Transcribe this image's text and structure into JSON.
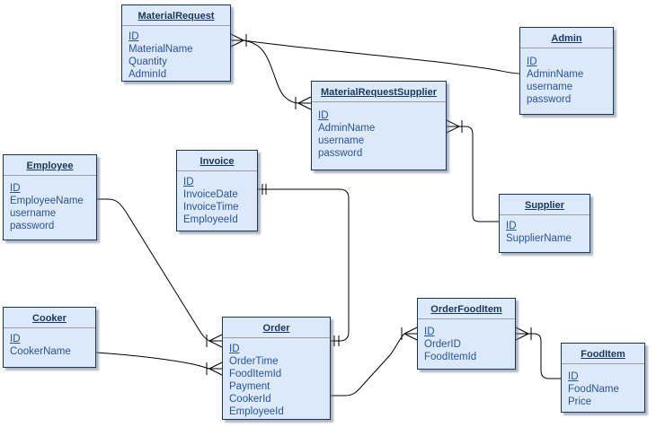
{
  "diagram": {
    "type": "entity-relationship",
    "background_color": "#ffffff",
    "entity_fill_color": "#dbe9fb",
    "entity_border_color": "#17365d",
    "title_text_color": "#17375e",
    "field_text_color": "#2a5395",
    "connector_color": "#000000",
    "entities": [
      {
        "title": "MaterialRequest",
        "fields": [
          "ID",
          "MaterialName",
          "Quantity",
          "AdminId"
        ]
      },
      {
        "title": "Admin",
        "fields": [
          "ID",
          "AdminName",
          "username",
          "password"
        ]
      },
      {
        "title": "MaterialRequestSupplier",
        "fields": [
          "ID",
          "AdminName",
          "username",
          "password"
        ]
      },
      {
        "title": "Employee",
        "fields": [
          "ID",
          "EmployeeName",
          "username",
          "password"
        ]
      },
      {
        "title": "Invoice",
        "fields": [
          "ID",
          "InvoiceDate",
          "InvoiceTime",
          "EmployeeId"
        ]
      },
      {
        "title": "Supplier",
        "fields": [
          "ID",
          "SupplierName"
        ]
      },
      {
        "title": "Cooker",
        "fields": [
          "ID",
          "CookerName"
        ]
      },
      {
        "title": "Order",
        "fields": [
          "ID",
          "OrderTime",
          "FoodItemId",
          "Payment",
          "CookerId",
          "EmployeeId"
        ]
      },
      {
        "title": "OrderFoodItem",
        "fields": [
          "ID",
          "OrderID",
          "FoodItemId"
        ]
      },
      {
        "title": "FoodItem",
        "fields": [
          "ID",
          "FoodName",
          "Price"
        ]
      }
    ],
    "relationships": [
      {
        "from": "MaterialRequest",
        "to": "Admin",
        "marker_from": "crow-foot-bar",
        "marker_to": "plain"
      },
      {
        "from": "MaterialRequestSupplier",
        "to": "MaterialRequest",
        "marker_from": "crow-foot-bar",
        "marker_to": "crow-foot-bar"
      },
      {
        "from": "MaterialRequestSupplier",
        "to": "Supplier",
        "marker_from": "crow-foot-bar",
        "marker_to": "plain"
      },
      {
        "from": "Order",
        "to": "Employee",
        "marker_from": "crow-foot-bar",
        "marker_to": "plain"
      },
      {
        "from": "Order",
        "to": "Cooker",
        "marker_from": "crow-foot-bar",
        "marker_to": "plain"
      },
      {
        "from": "Invoice",
        "to": "Order",
        "marker_from": "double-bar",
        "marker_to": "double-bar"
      },
      {
        "from": "OrderFoodItem",
        "to": "Order",
        "marker_from": "crow-foot-bar",
        "marker_to": "plain"
      },
      {
        "from": "OrderFoodItem",
        "to": "FoodItem",
        "marker_from": "crow-foot-bar",
        "marker_to": "plain"
      }
    ]
  }
}
